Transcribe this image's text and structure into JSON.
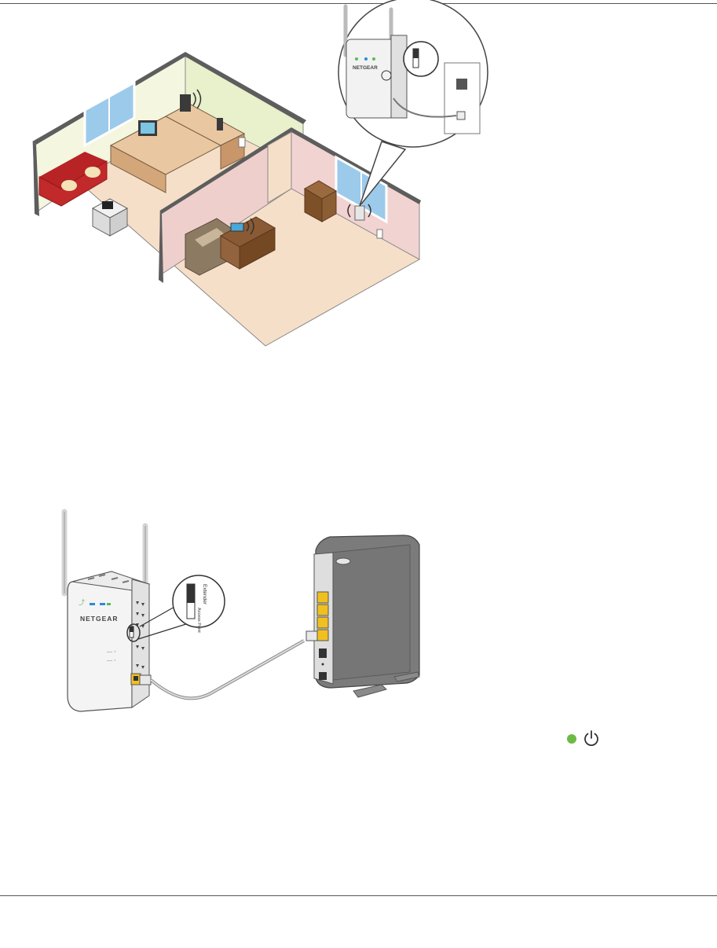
{
  "brand": {
    "logo_text": "NETGEAR"
  },
  "mode_switch": {
    "extender_label": "Extender",
    "access_point_label": "Access Point"
  },
  "power_indicator": {
    "color": "#6dbb45",
    "icon": "power-icon"
  },
  "colors": {
    "wall_green": "#eef3d6",
    "wall_pink": "#f3d6d4",
    "floor": "#f6dfc8",
    "router_gray": "#7b7b7b",
    "port_yellow": "#f0c020",
    "couch_red": "#c2292b",
    "window_blue": "#9ccaea"
  }
}
